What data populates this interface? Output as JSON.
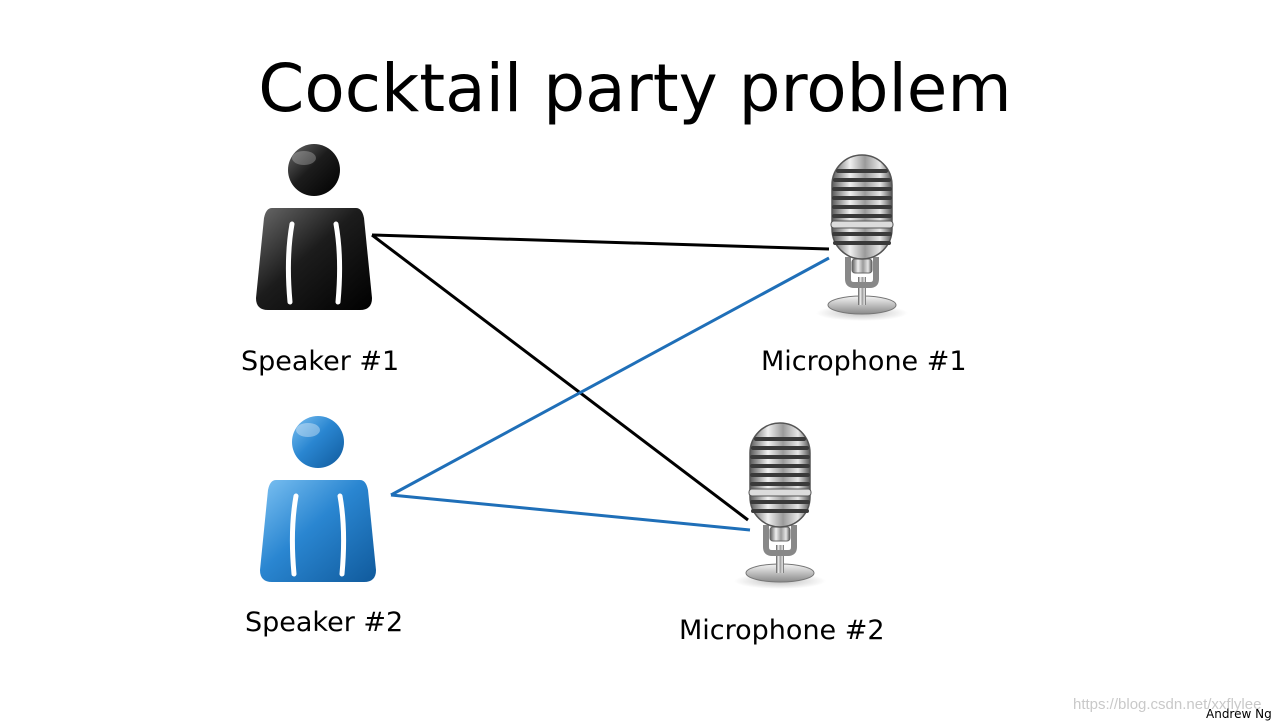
{
  "title": "Cocktail party problem",
  "nodes": {
    "speaker_1": {
      "label": "Speaker #1",
      "icon": "person-icon",
      "color": "#1e1e1e"
    },
    "speaker_2": {
      "label": "Speaker #2",
      "icon": "person-icon",
      "color": "#2a86d1"
    },
    "microphone_1": {
      "label": "Microphone #1",
      "icon": "microphone-icon"
    },
    "microphone_2": {
      "label": "Microphone #2",
      "icon": "microphone-icon"
    }
  },
  "edges": [
    {
      "from": "Speaker #1",
      "to": "Microphone #1",
      "color": "#000000"
    },
    {
      "from": "Speaker #1",
      "to": "Microphone #2",
      "color": "#000000"
    },
    {
      "from": "Speaker #2",
      "to": "Microphone #1",
      "color": "#1f6fb8"
    },
    {
      "from": "Speaker #2",
      "to": "Microphone #2",
      "color": "#1f6fb8"
    }
  ],
  "watermark": "https://blog.csdn.net/xxflylee",
  "author": "Andrew Ng"
}
